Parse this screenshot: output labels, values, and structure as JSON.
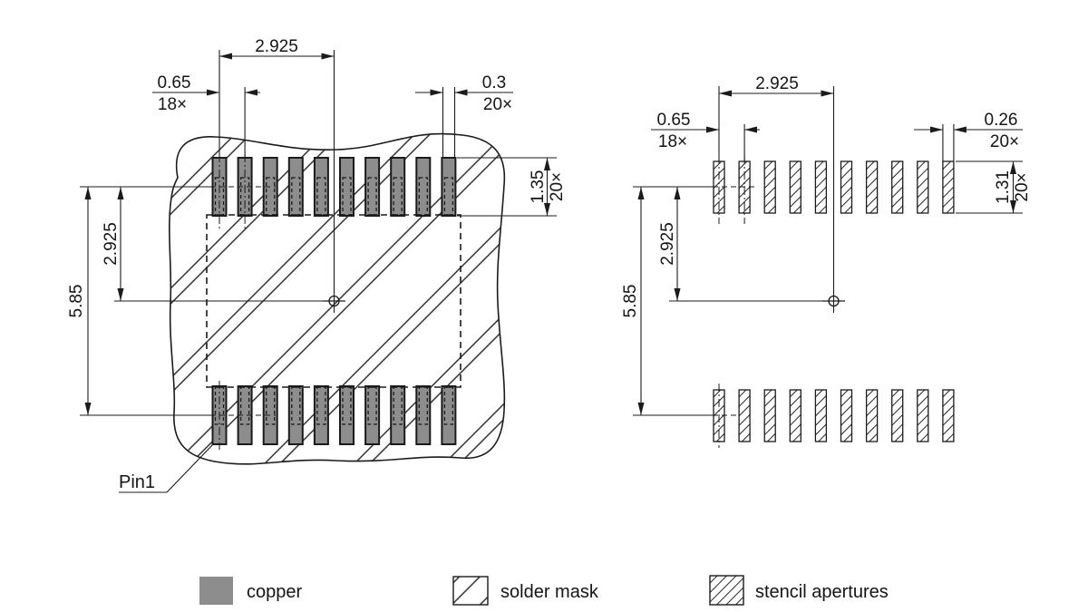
{
  "left": {
    "dims": {
      "pitch_span": "2.925",
      "pitch": "0.65",
      "pitch_count": "18×",
      "pad_width": "0.3",
      "pad_width_count": "20×",
      "pad_height": "1.35",
      "pad_height_count": "20×",
      "row_half_span": "2.925",
      "row_span": "5.85"
    },
    "pin1_label": "Pin1"
  },
  "right": {
    "dims": {
      "pitch_span": "2.925",
      "pitch": "0.65",
      "pitch_count": "18×",
      "aperture_width": "0.26",
      "aperture_width_count": "20×",
      "aperture_height": "1.31",
      "aperture_height_count": "20×",
      "row_half_span": "2.925",
      "row_span": "5.85"
    }
  },
  "legend": {
    "copper": "copper",
    "solder_mask": "solder mask",
    "stencil_apertures": "stencil apertures"
  },
  "colors": {
    "copper_fill": "#8d8d8d",
    "line_color": "#1b1b1b",
    "background": "#ffffff"
  }
}
